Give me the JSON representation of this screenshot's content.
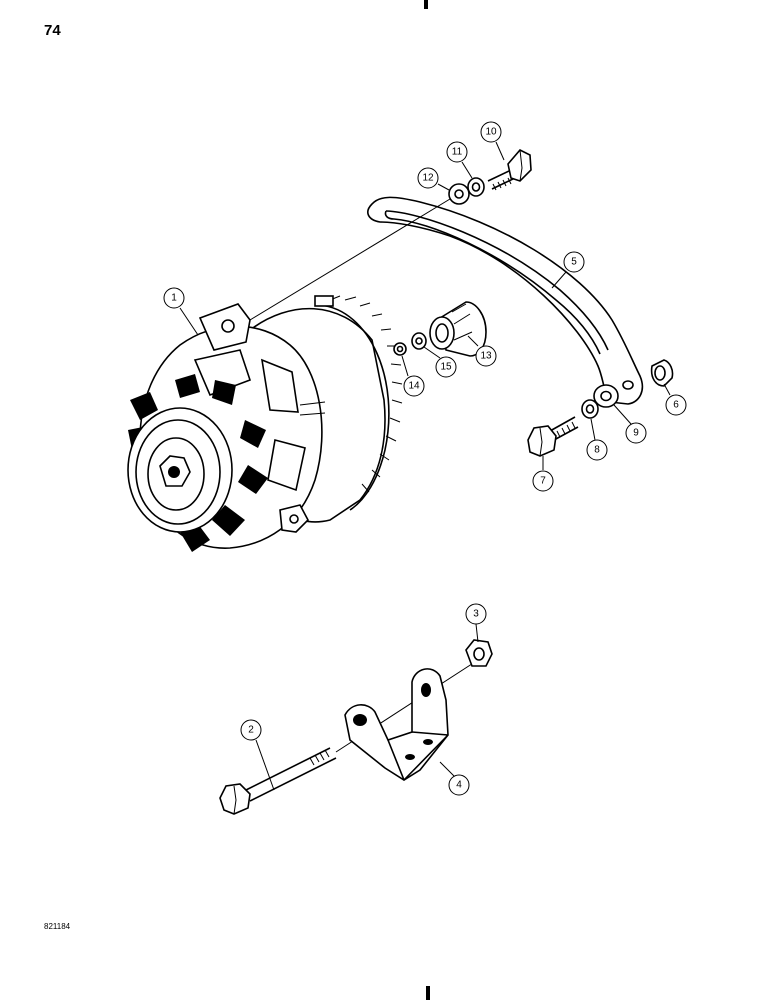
{
  "page": {
    "number": "74",
    "figure_code": "821184"
  },
  "callouts": [
    {
      "id": "1",
      "label": "1",
      "part": "alternator"
    },
    {
      "id": "2",
      "label": "2",
      "part": "bolt-long"
    },
    {
      "id": "3",
      "label": "3",
      "part": "nut"
    },
    {
      "id": "4",
      "label": "4",
      "part": "mounting-bracket"
    },
    {
      "id": "5",
      "label": "5",
      "part": "adjusting-strap"
    },
    {
      "id": "6",
      "label": "6",
      "part": "spacer"
    },
    {
      "id": "7",
      "label": "7",
      "part": "bolt"
    },
    {
      "id": "8",
      "label": "8",
      "part": "lock-washer"
    },
    {
      "id": "9",
      "label": "9",
      "part": "flat-washer"
    },
    {
      "id": "10",
      "label": "10",
      "part": "bolt-upper"
    },
    {
      "id": "11",
      "label": "11",
      "part": "lock-washer-upper"
    },
    {
      "id": "12",
      "label": "12",
      "part": "flat-washer-upper"
    },
    {
      "id": "13",
      "label": "13",
      "part": "bushing"
    },
    {
      "id": "14",
      "label": "14",
      "part": "lock-washer-small"
    },
    {
      "id": "15",
      "label": "15",
      "part": "nut-small"
    }
  ]
}
